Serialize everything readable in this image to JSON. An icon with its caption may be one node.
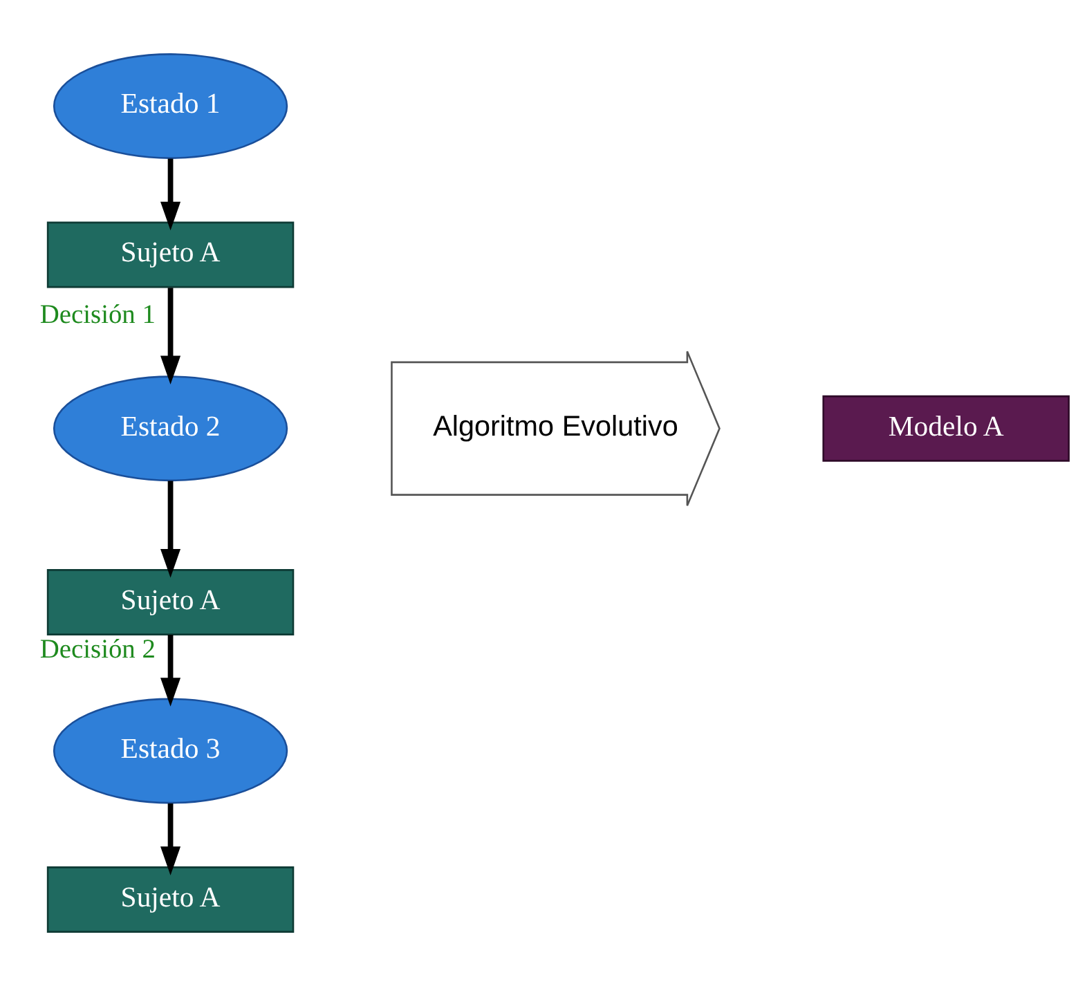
{
  "diagram": {
    "nodes": [
      {
        "text": [
          "Estado 1"
        ]
      },
      {
        "text": [
          "Sujeto A"
        ]
      },
      {
        "text": [
          "Estado 2"
        ]
      },
      {
        "text": [
          "Sujeto A"
        ]
      },
      {
        "text": [
          "Estado 3"
        ]
      },
      {
        "text": [
          "Sujeto A"
        ]
      },
      {
        "text": [
          "Algoritmo Evolutivo"
        ]
      },
      {
        "text": [
          "Modelo A"
        ]
      }
    ],
    "edges": [
      {
        "from": 0,
        "to": 1,
        "arrow": "to"
      },
      {
        "from": 1,
        "to": 2,
        "arrow": "to",
        "label": "Decisión 1"
      },
      {
        "from": 2,
        "to": 3,
        "arrow": "to"
      },
      {
        "from": 3,
        "to": 4,
        "arrow": "to",
        "label": "Decisión 2"
      },
      {
        "from": 4,
        "to": 5,
        "arrow": "to"
      }
    ]
  }
}
